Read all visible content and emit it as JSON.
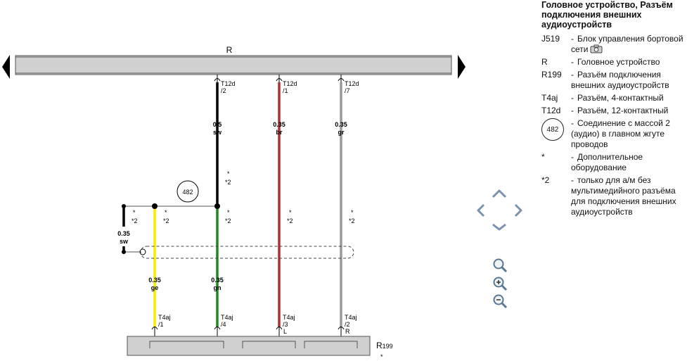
{
  "diagram": {
    "component_top_label": "R",
    "component_bottom_label": "R",
    "component_bottom_subscript": "199",
    "circle_label": "482",
    "wires": [
      {
        "pin_code": "T12d",
        "pin_num": "/2",
        "size": "0.5",
        "color_code": "sw",
        "color": "#000000",
        "note_star": "*",
        "note": "*2"
      },
      {
        "pin_code": "T12d",
        "pin_num": "/1",
        "size": "0.35",
        "color_code": "br",
        "color": "#b03030",
        "note_star": "*",
        "note": "*2"
      },
      {
        "pin_code": "T12d",
        "pin_num": "/7",
        "size": "0.35",
        "color_code": "gr",
        "color": "#999999",
        "note_star": "*",
        "note": "*2"
      }
    ],
    "lower_wires": [
      {
        "size": "0.35",
        "color_code": "sw",
        "color": "#000000",
        "note_star": "*",
        "note": "*2"
      },
      {
        "size": "0.35",
        "color_code": "ge",
        "color": "#f2ee00",
        "note_star": "*",
        "note": "*2",
        "pin_code": "T4aj",
        "pin_num": "/1"
      },
      {
        "size": "0.35",
        "color_code": "gn",
        "color": "#1e8a1e",
        "note_star": "*",
        "note": "*2",
        "pin_code": "T4aj",
        "pin_num": "/4"
      },
      {
        "pin_code": "T4aj",
        "pin_num": "/3",
        "pin_letter": "L"
      },
      {
        "pin_code": "T4aj",
        "pin_num": "/2",
        "pin_letter": "R"
      }
    ],
    "black_wire_star": "*",
    "black_wire_note": "*2",
    "bottom_star": "*"
  },
  "legend": {
    "title": "Головное устройство, Разъём подключения внешних аудиоустройств",
    "entries": [
      {
        "code": "J519",
        "desc": "Блок управления бортовой сети",
        "camera": true
      },
      {
        "code": "R",
        "desc": "Головное устройство"
      },
      {
        "code": "R199",
        "desc": "Разъём подключения внешних аудиоустройств"
      },
      {
        "code": "T4aj",
        "desc": "Разъём, 4-контактный"
      },
      {
        "code": "T12d",
        "desc": "Разъём, 12-контактный"
      },
      {
        "code": "482",
        "circle": true,
        "desc": "Соединение с массой 2 (аудио) в главном жгуте проводов"
      },
      {
        "code": "*",
        "desc": "Дополнительное оборудование"
      },
      {
        "code": "*2",
        "desc": "только для а/м без мультимедийного разъёма для подключения внешних аудиоустройств"
      }
    ],
    "dash": "-"
  },
  "icons": [
    "arrow-left-icon",
    "arrow-right-icon",
    "nav-up-icon",
    "nav-down-icon",
    "nav-left-icon",
    "nav-right-icon",
    "zoom-fit-icon",
    "zoom-in-icon",
    "zoom-out-icon",
    "camera-icon"
  ]
}
